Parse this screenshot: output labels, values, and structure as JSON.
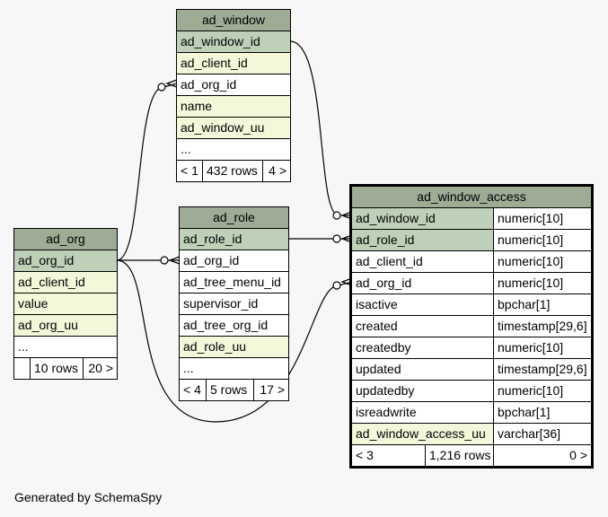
{
  "tables": {
    "ad_window": {
      "title": "ad_window",
      "columns": [
        {
          "name": "ad_window_id",
          "kind": "pk"
        },
        {
          "name": "ad_client_id",
          "kind": "fk"
        },
        {
          "name": "ad_org_id",
          "kind": "plain"
        },
        {
          "name": "name",
          "kind": "fk"
        },
        {
          "name": "ad_window_uu",
          "kind": "fk"
        },
        {
          "name": "...",
          "kind": "plain"
        }
      ],
      "footer": [
        "< 1",
        "432 rows",
        "4 >"
      ]
    },
    "ad_role": {
      "title": "ad_role",
      "columns": [
        {
          "name": "ad_role_id",
          "kind": "pk"
        },
        {
          "name": "ad_org_id",
          "kind": "plain"
        },
        {
          "name": "ad_tree_menu_id",
          "kind": "plain"
        },
        {
          "name": "supervisor_id",
          "kind": "plain"
        },
        {
          "name": "ad_tree_org_id",
          "kind": "plain"
        },
        {
          "name": "ad_role_uu",
          "kind": "fk"
        },
        {
          "name": "...",
          "kind": "plain"
        }
      ],
      "footer": [
        "< 4",
        "5 rows",
        "17 >"
      ]
    },
    "ad_org": {
      "title": "ad_org",
      "columns": [
        {
          "name": "ad_org_id",
          "kind": "pk"
        },
        {
          "name": "ad_client_id",
          "kind": "fk"
        },
        {
          "name": "value",
          "kind": "fk"
        },
        {
          "name": "ad_org_uu",
          "kind": "fk"
        },
        {
          "name": "...",
          "kind": "plain"
        }
      ],
      "footer": [
        "",
        "10 rows",
        "20 >"
      ]
    },
    "ad_window_access": {
      "title": "ad_window_access",
      "columns": [
        {
          "name": "ad_window_id",
          "type": "numeric[10]",
          "kind": "pk"
        },
        {
          "name": "ad_role_id",
          "type": "numeric[10]",
          "kind": "pk"
        },
        {
          "name": "ad_client_id",
          "type": "numeric[10]",
          "kind": "plain"
        },
        {
          "name": "ad_org_id",
          "type": "numeric[10]",
          "kind": "plain"
        },
        {
          "name": "isactive",
          "type": "bpchar[1]",
          "kind": "plain"
        },
        {
          "name": "created",
          "type": "timestamp[29,6]",
          "kind": "plain"
        },
        {
          "name": "createdby",
          "type": "numeric[10]",
          "kind": "plain"
        },
        {
          "name": "updated",
          "type": "timestamp[29,6]",
          "kind": "plain"
        },
        {
          "name": "updatedby",
          "type": "numeric[10]",
          "kind": "plain"
        },
        {
          "name": "isreadwrite",
          "type": "bpchar[1]",
          "kind": "plain"
        },
        {
          "name": "ad_window_access_uu",
          "type": "varchar[36]",
          "kind": "fk"
        }
      ],
      "footer": [
        "< 3",
        "1,216 rows",
        "0 >"
      ]
    }
  },
  "footer_text": "Generated by SchemaSpy"
}
